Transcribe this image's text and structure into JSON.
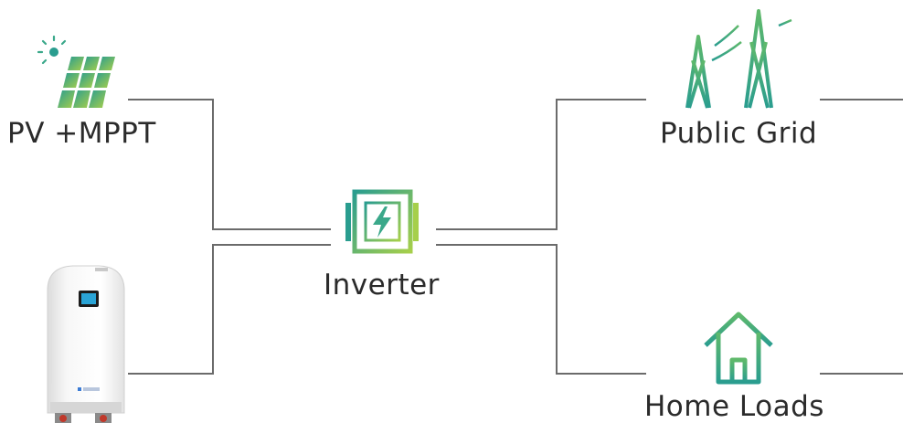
{
  "nodes": {
    "pv": {
      "label": "PV +MPPT",
      "icon": "solar-panel-icon"
    },
    "inverter": {
      "label": "Inverter",
      "icon": "inverter-icon"
    },
    "grid": {
      "label": "Public Grid",
      "icon": "power-tower-icon"
    },
    "home": {
      "label": "Home Loads",
      "icon": "house-icon"
    },
    "battery": {
      "icon": "battery-unit-image"
    }
  },
  "colors": {
    "icon_gradient_start": "#2a9d8f",
    "icon_gradient_end": "#a6cf4b",
    "line": "#6b6b6b",
    "label": "#2b2b2b"
  }
}
